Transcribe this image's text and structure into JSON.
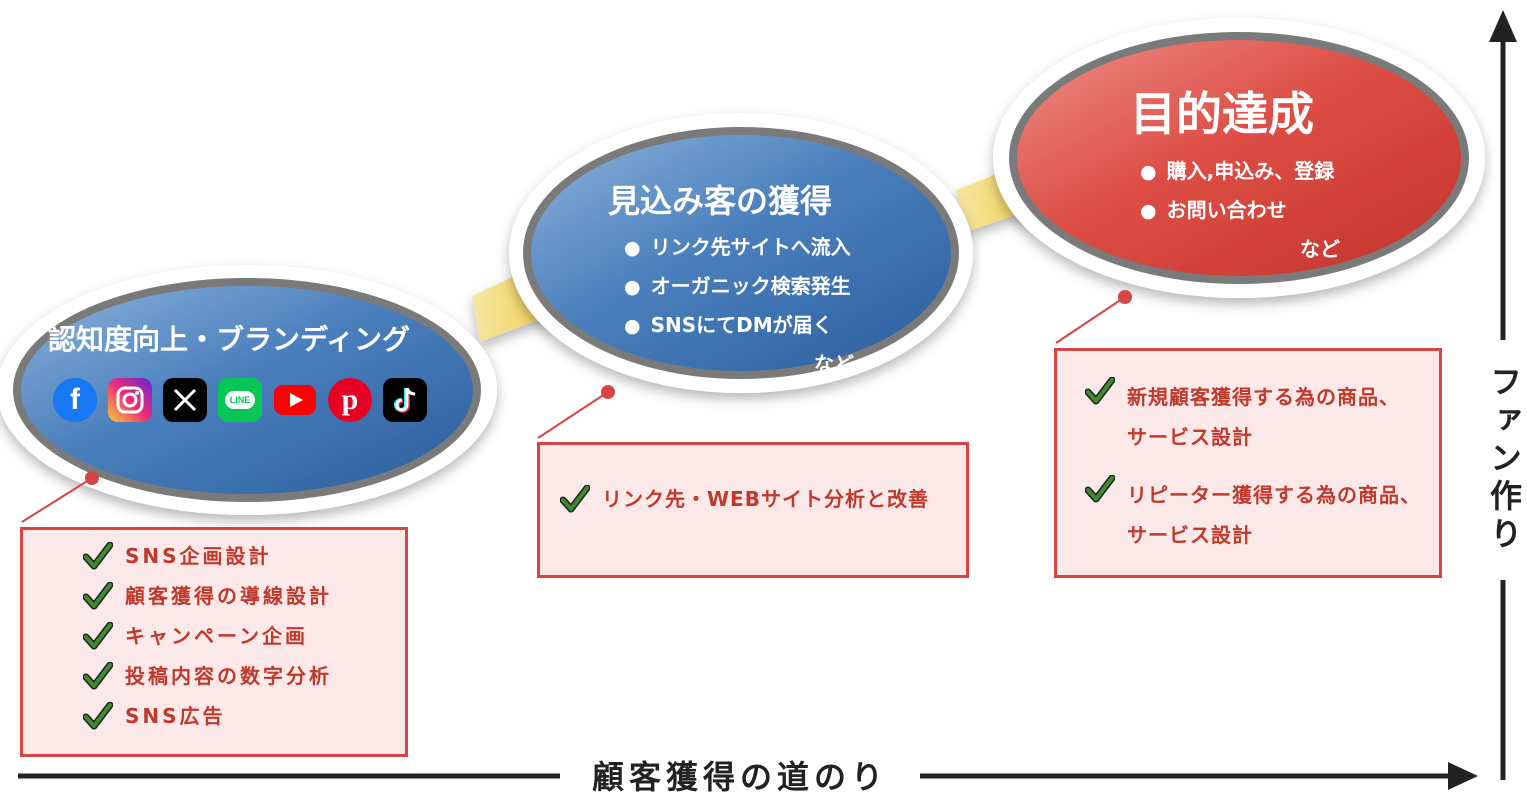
{
  "colors": {
    "blue": "#3f76b4",
    "red": "#d9473f",
    "box_border": "#d64545",
    "box_fill": "#fbe9e9",
    "check_text": "#c0392b",
    "check_mark": "#3e8a2e",
    "arrow_gold": "#f0c53a"
  },
  "stage1": {
    "title": "認知度向上・ブランディング",
    "icons": [
      "facebook-icon",
      "instagram-icon",
      "x-icon",
      "line-icon",
      "youtube-icon",
      "pinterest-icon",
      "tiktok-icon"
    ],
    "line_label": "LINE",
    "checks": [
      "SNS企画設計",
      "顧客獲得の導線設計",
      "キャンペーン企画",
      "投稿内容の数字分析",
      "SNS広告"
    ]
  },
  "stage2": {
    "title": "見込み客の獲得",
    "bullets": [
      "リンク先サイトへ流入",
      "オーガニック検索発生",
      "SNSにてDMが届く"
    ],
    "etc": "など",
    "checks": [
      "リンク先・WEBサイト分析と改善"
    ]
  },
  "stage3": {
    "title": "目的達成",
    "bullets": [
      "購入,申込み、登録",
      "お問い合わせ"
    ],
    "etc": "など",
    "checks": [
      "新規顧客獲得する為の商品、\nサービス設計",
      "リピーター獲得する為の商品、\nサービス設計"
    ]
  },
  "axes": {
    "x_label": "顧客獲得の道のり",
    "y_label": "ファン作り"
  }
}
